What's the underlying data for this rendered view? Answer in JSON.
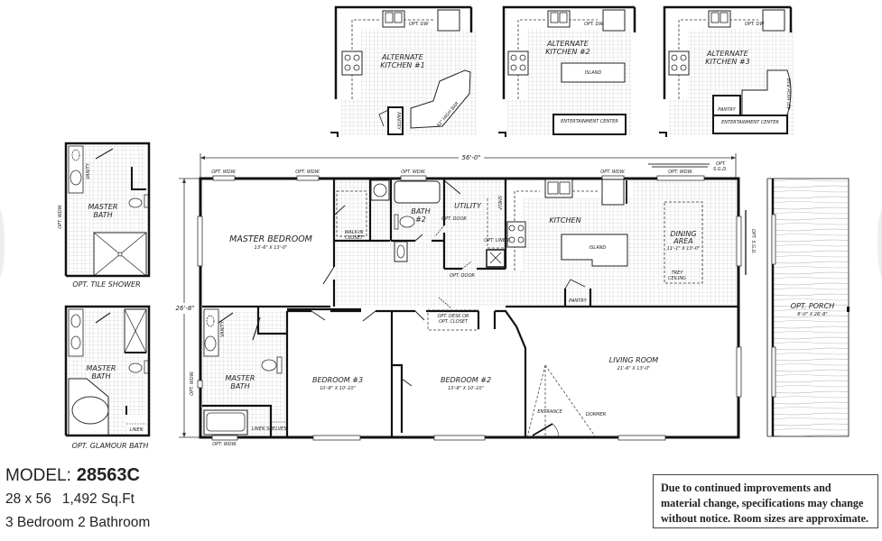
{
  "model": {
    "label": "MODEL:",
    "number": "28563C",
    "dimensions": "28 x 56",
    "area": "1,492 Sq.Ft",
    "bedrooms_baths": "3 Bedroom 2 Bathroom"
  },
  "disclaimer": "Due to continued improvements and material change, specifications may change without notice. Room sizes are approximate.",
  "overall_dimensions": {
    "width": "56'-0\"",
    "depth": "26'-8\""
  },
  "alternate_kitchens": [
    {
      "title_line1": "ALTERNATE",
      "title_line2": "KITCHEN #1",
      "feature": "42\" HIGH BAR",
      "pantry": "PANTRY",
      "dw": "OPT. DW"
    },
    {
      "title_line1": "ALTERNATE",
      "title_line2": "KITCHEN #2",
      "feature": "ISLAND",
      "entertainment": "ENTERTAINMENT CENTER",
      "dw": "OPT. DW"
    },
    {
      "title_line1": "ALTERNATE",
      "title_line2": "KITCHEN #3",
      "feature": "42\" HIGH BAR",
      "pantry": "PANTRY",
      "entertainment": "ENTERTAINMENT CENTER",
      "dw": "OPT. DW"
    }
  ],
  "alternate_baths": [
    {
      "name_line1": "MASTER",
      "name_line2": "BATH",
      "caption": "OPT. TILE SHOWER",
      "vanity": "VANITY",
      "window": "OPT. WDW."
    },
    {
      "name_line1": "MASTER",
      "name_line2": "BATH",
      "caption": "OPT. GLAMOUR BATH",
      "linen": "LINEN"
    }
  ],
  "rooms": {
    "master_bedroom": {
      "name": "MASTER BEDROOM",
      "size": "13'-6\" X 13'-0\""
    },
    "walk_in_closet": {
      "line1": "WALK-IN",
      "line2": "CLOSET"
    },
    "bath2": {
      "line1": "BATH",
      "line2": "#2"
    },
    "utility": {
      "name": "UTILITY",
      "shelf": "SHELF",
      "opt_door": "OPT. DOOR",
      "opt_linen": "OPT. LINEN"
    },
    "kitchen": {
      "name": "KITCHEN",
      "island": "ISLAND",
      "pantry": "PANTRY"
    },
    "dining": {
      "line1": "DINING",
      "line2": "AREA",
      "size": "11'-1\" X 13'-0\"",
      "ceiling1": "TREY",
      "ceiling2": "CEILING"
    },
    "master_bath": {
      "line1": "MASTER",
      "line2": "BATH",
      "vanity": "VANITY",
      "linen": "LINEN SHELVES",
      "window": "OPT. WDW."
    },
    "bedroom3": {
      "name": "BEDROOM #3",
      "size": "10'-8\" X 10'-10\""
    },
    "bedroom2": {
      "name": "BEDROOM #2",
      "size": "13'-8\" X 10'-10\""
    },
    "desk": {
      "line1": "OPT. DESK OR",
      "line2": "OPT. CLOSET"
    },
    "living": {
      "name": "LIVING ROOM",
      "size": "21'-6\" X 13'-0\"",
      "entrance": "ENTRANCE",
      "dormer": "DORMER"
    },
    "porch": {
      "name": "OPT. PORCH",
      "size": "8'-0\" X 26'-8\""
    }
  },
  "annotations": {
    "opt_window": "OPT. WDW.",
    "opt_sgd_line1": "OPT.",
    "opt_sgd_line2": "S.G.D.",
    "opt_sgd_side": "OPT. S.G.D.",
    "opt_door": "OPT. DOOR",
    "opt_ice": "OPT."
  }
}
